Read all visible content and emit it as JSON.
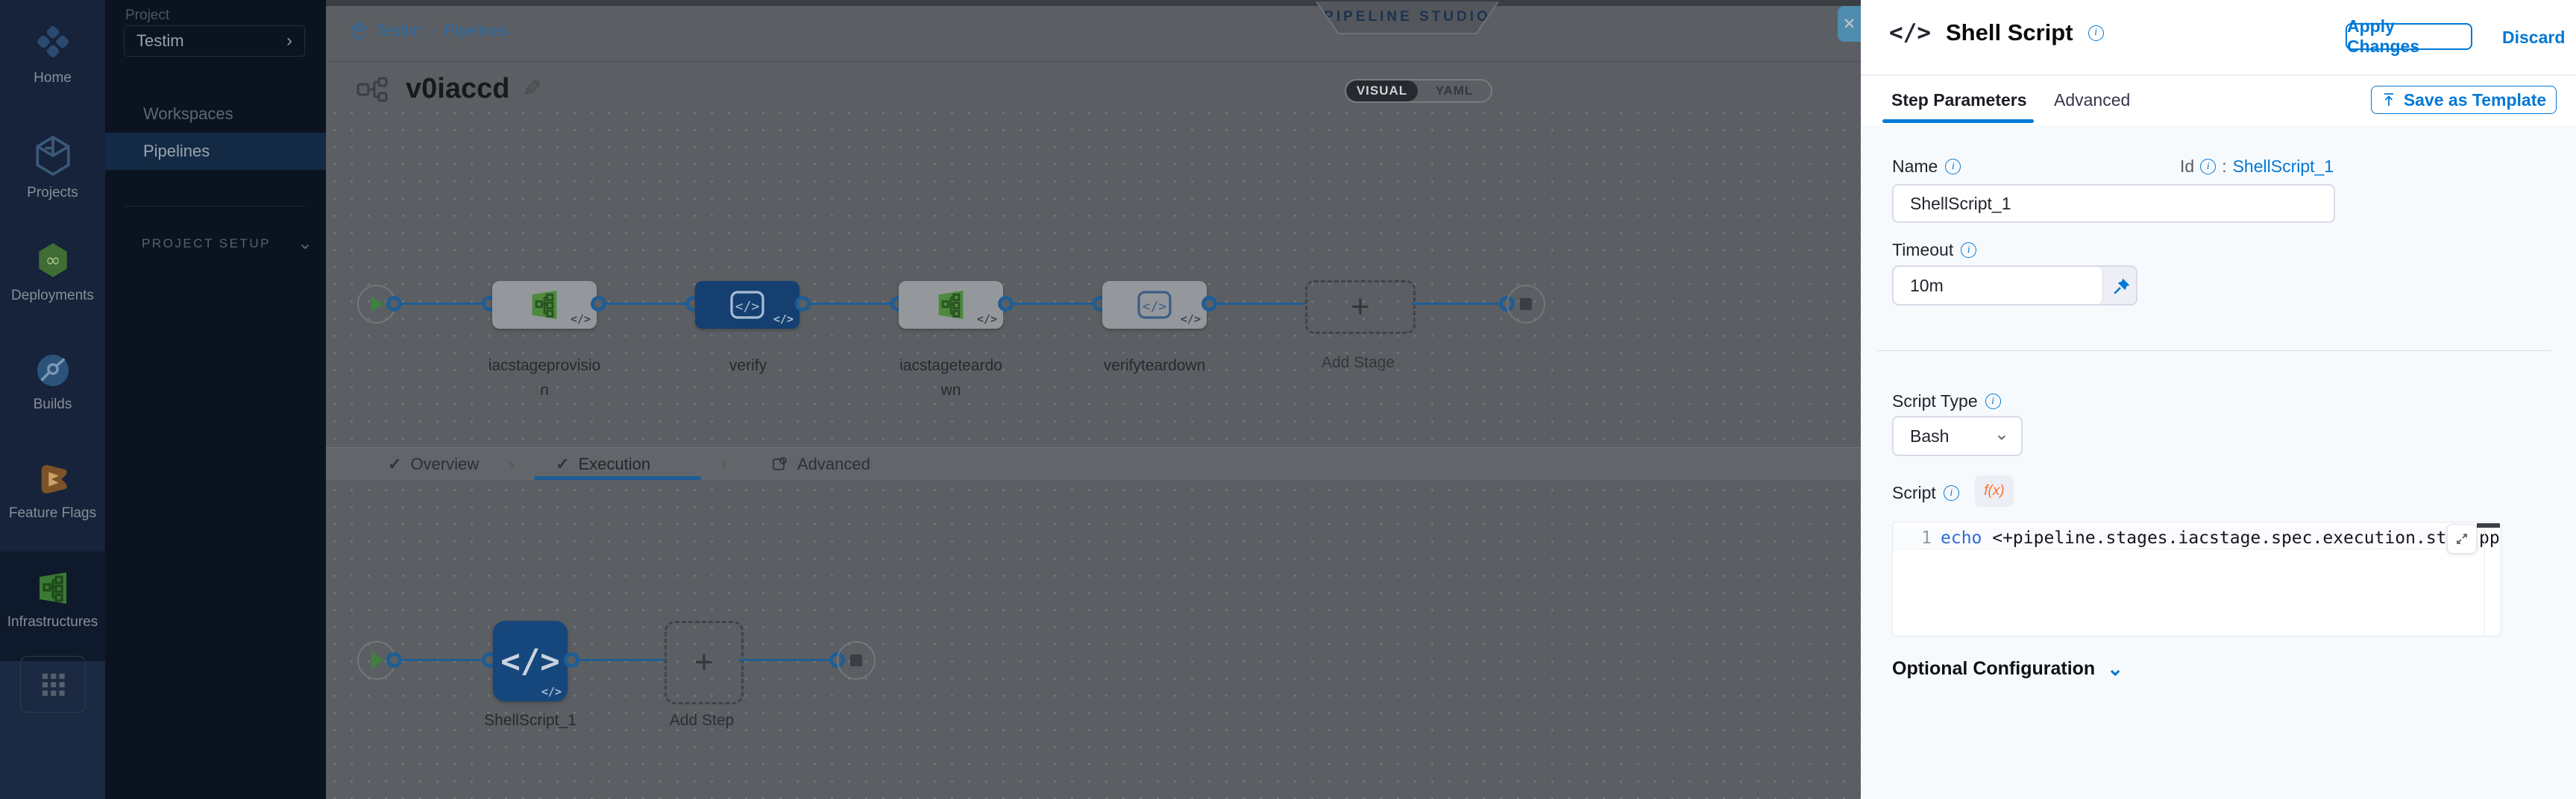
{
  "colors": {
    "accent": "#0278d5",
    "line_blue": "#1f5d95",
    "selected_stage": "#143f70",
    "canvas_dim": "#5b5f63"
  },
  "nav": {
    "items": [
      {
        "label": "Home"
      },
      {
        "label": "Projects"
      },
      {
        "label": "Deployments"
      },
      {
        "label": "Builds"
      },
      {
        "label": "Feature Flags"
      },
      {
        "label": "Infrastructures"
      }
    ]
  },
  "project_sidebar": {
    "section_label": "Project",
    "project_name": "Testim",
    "chevron": "›",
    "items": [
      {
        "label": "Workspaces"
      },
      {
        "label": "Pipelines"
      }
    ],
    "setup_label": "PROJECT SETUP",
    "setup_chevron": "⌄"
  },
  "topbar": {
    "breadcrumb": {
      "project": "Testim",
      "sep1": "›",
      "section": "Pipelines",
      "sep2": "›"
    },
    "studio_badge": "PIPELINE STUDIO",
    "pipeline_name": "v0iaccd",
    "edit_glyph": "✎",
    "view_modes": {
      "visual": "VISUAL",
      "yaml": "YAML"
    }
  },
  "stage_graph": {
    "code_badge": "</>",
    "stage1": {
      "label_line1": "iacstageprovisio",
      "label_line2": "n"
    },
    "stage2": {
      "label": "verify",
      "icon_text": "</>"
    },
    "stage3": {
      "label_line1": "iacstageteardo",
      "label_line2": "wn"
    },
    "stage4": {
      "label": "verifyteardown",
      "icon_text": "</>"
    },
    "add_stage": {
      "label": "Add Stage",
      "plus": "+"
    }
  },
  "exec_tabs": {
    "check": "✓",
    "sep": "›",
    "overview": "Overview",
    "execution": "Execution",
    "advanced": "Advanced"
  },
  "step_graph": {
    "step": {
      "label": "ShellScript_1",
      "icon_text": "</>"
    },
    "add_step": {
      "label": "Add Step",
      "plus": "+"
    }
  },
  "drawer": {
    "close": "✕",
    "icon": "</>",
    "title": "Shell Script",
    "apply_button": "Apply Changes",
    "discard_button": "Discard",
    "tab_step_parameters": "Step Parameters",
    "tab_advanced": "Advanced",
    "save_as_template": "Save as Template",
    "form": {
      "name_label": "Name",
      "name_value": "ShellScript_1",
      "id_label": "Id",
      "id_separator": ":",
      "id_value": "ShellScript_1",
      "timeout_label": "Timeout",
      "timeout_value": "10m",
      "script_type_label": "Script Type",
      "script_type_value": "Bash",
      "select_chevron": "⌄",
      "script_label": "Script",
      "fx_label": "f(x)",
      "editor": {
        "line_number": "1",
        "keyword": "echo",
        "code": " <+pipeline.stages.iacstage.spec.execution.step",
        "clipped_fragment": "ppl"
      },
      "optional_configuration_label": "Optional Configuration",
      "optional_chevron": "⌄"
    }
  }
}
